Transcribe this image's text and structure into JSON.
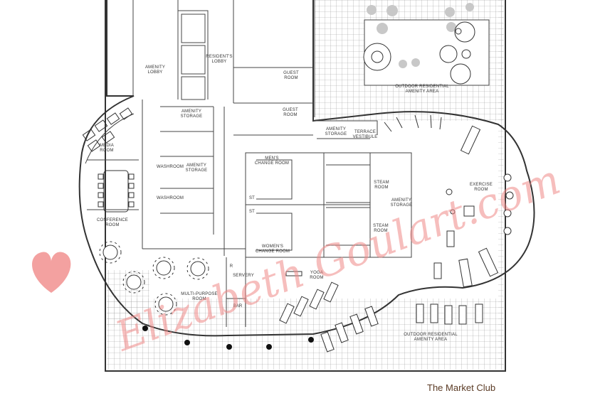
{
  "caption": "The Market Club",
  "watermark": "Elizabeth Goulart.com",
  "colors": {
    "wall": "#333333",
    "grid": "#9a9a9a",
    "grey_fill": "#c8c8c8",
    "accent": "#f08a88",
    "caption": "#5a3a24"
  },
  "rooms": {
    "amenity_lobby": [
      "AMENITY",
      "LOBBY"
    ],
    "residents_lobby": [
      "RESIDENT'S",
      "LOBBY"
    ],
    "guest_room_1": [
      "GUEST",
      "ROOM"
    ],
    "guest_room_2": [
      "GUEST",
      "ROOM"
    ],
    "outdoor_top": [
      "OUTDOOR RESIDENTIAL",
      "AMENITY AREA"
    ],
    "amenity_storage_1": [
      "AMENITY",
      "STORAGE"
    ],
    "amenity_storage_2": [
      "AMENITY",
      "STORAGE"
    ],
    "amenity_storage_3": [
      "AMENITY",
      "STORAGE"
    ],
    "amenity_storage_4": [
      "AMENITY",
      "STORAGE"
    ],
    "terrace_vestibule": [
      "TERRACE",
      "VESTIBULE"
    ],
    "media_room": [
      "MEDIA",
      "ROOM"
    ],
    "washroom_1": [
      "WASHROOM"
    ],
    "washroom_2": [
      "WASHROOM"
    ],
    "mens_change": [
      "MEN'S",
      "CHANGE ROOM"
    ],
    "womens_change": [
      "WOMEN'S",
      "CHANGE ROOM"
    ],
    "steam_1": [
      "STEAM",
      "ROOM"
    ],
    "steam_2": [
      "STEAM",
      "ROOM"
    ],
    "exercise": [
      "EXERCISE",
      "ROOM"
    ],
    "conference": [
      "CONFERENCE",
      "ROOM"
    ],
    "st_1": [
      "ST"
    ],
    "st_2": [
      "ST"
    ],
    "servery": [
      "SERVERY"
    ],
    "bar": [
      "BAR"
    ],
    "yoga": [
      "YOGA",
      "ROOM"
    ],
    "multi_purpose": [
      "MULTI-PURPOSE",
      "ROOM"
    ],
    "outdoor_bottom": [
      "OUTDOOR RESIDENTIAL",
      "AMENITY AREA"
    ],
    "r": [
      "R"
    ]
  },
  "icons": [
    "heart-icon"
  ]
}
